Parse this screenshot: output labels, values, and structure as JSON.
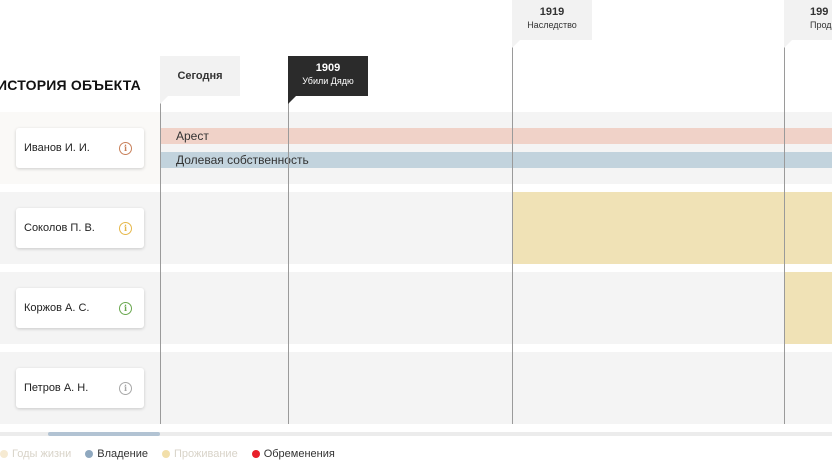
{
  "header": {
    "title": "ИСТОРИЯ ОБЪЕКТА"
  },
  "markers": {
    "today": {
      "label": "Сегодня"
    },
    "event_1909": {
      "year": "1909",
      "label": "Убили Дядю"
    },
    "event_1919": {
      "year": "1919",
      "label": "Наследство"
    },
    "event_199x": {
      "year": "199",
      "label": "Прода"
    }
  },
  "people": [
    {
      "name": "Иванов И. И.",
      "icon": "info-icon",
      "icon_color": "#c8805a"
    },
    {
      "name": "Соколов П. В.",
      "icon": "info-icon",
      "icon_color": "#e6b84a"
    },
    {
      "name": "Коржов А. С.",
      "icon": "info-icon",
      "icon_color": "#6aa84f"
    },
    {
      "name": "Петров А. Н.",
      "icon": "info-icon",
      "icon_color": "#a8a8a8"
    }
  ],
  "bars": {
    "arrest": {
      "label": "Арест",
      "color": "#f0d2c8"
    },
    "shared": {
      "label": "Долевая собственность",
      "color": "#c2d3dd"
    }
  },
  "legend": [
    {
      "label": "Годы жизни",
      "color": "#f6ead2",
      "muted": true
    },
    {
      "label": "Владение",
      "color": "#8fa8bf",
      "muted": false
    },
    {
      "label": "Проживание",
      "color": "#f2dfaa",
      "muted": true
    },
    {
      "label": "Обременения",
      "color": "#e8202a",
      "muted": false
    }
  ],
  "colors": {
    "residence": "#f0e2b6",
    "row_bg": "#f4f4f4"
  }
}
